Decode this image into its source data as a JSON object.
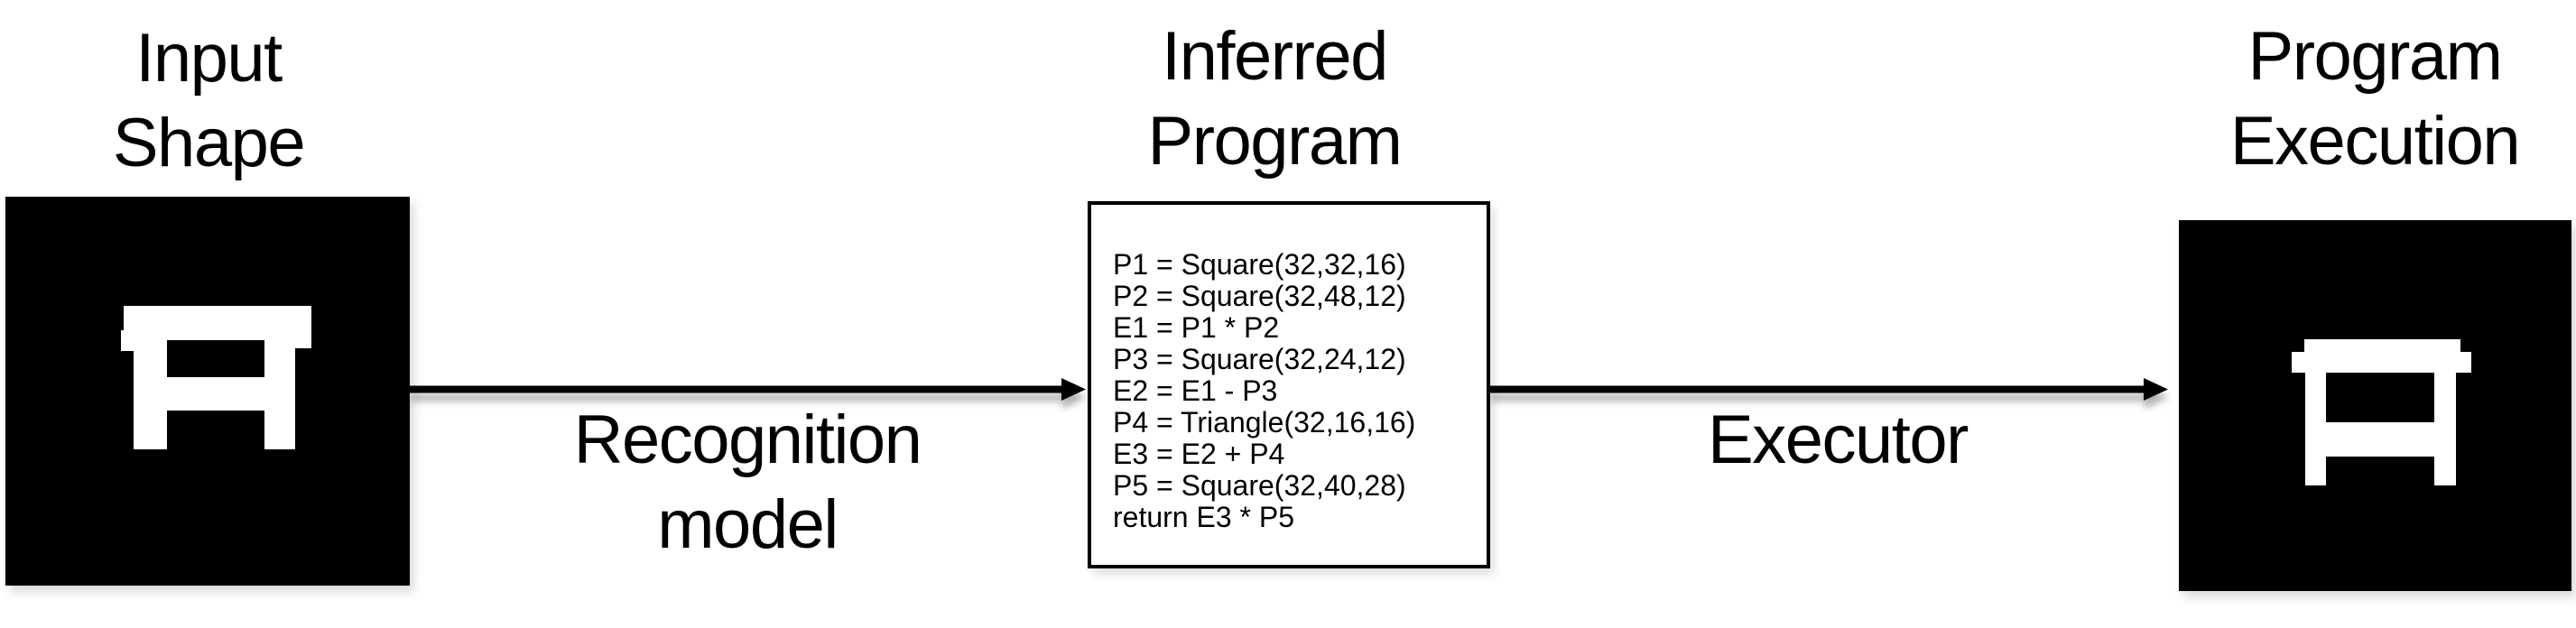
{
  "diagram": {
    "input_stage": {
      "title_line1": "Input",
      "title_line2": "Shape",
      "icon": "pixel-table",
      "square_color": "#000000",
      "glyph_color": "#ffffff"
    },
    "recognition_arrow": {
      "label_line1": "Recognition",
      "label_line2": "model",
      "direction": "right",
      "color": "#000000"
    },
    "program_stage": {
      "title_line1": "Inferred",
      "title_line2": "Program",
      "box_border_color": "#000000",
      "box_fill_color": "#ffffff",
      "code_lines": [
        "P1 = Square(32,32,16)",
        "P2 = Square(32,48,12)",
        "E1 = P1 * P2",
        "P3 = Square(32,24,12)",
        "E2 = E1 - P3",
        "P4 = Triangle(32,16,16)",
        "E3 = E2 + P4",
        "P5 = Square(32,40,28)",
        "return E3 * P5"
      ]
    },
    "executor_arrow": {
      "label": "Executor",
      "direction": "right",
      "color": "#000000"
    },
    "execution_stage": {
      "title_line1": "Program",
      "title_line2": "Execution",
      "icon": "pixel-table",
      "square_color": "#000000",
      "glyph_color": "#ffffff"
    },
    "background_color": "#ffffff"
  }
}
